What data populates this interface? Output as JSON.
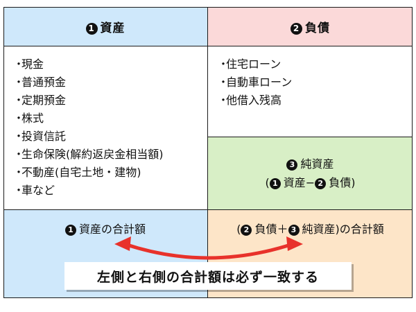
{
  "header": {
    "assets": {
      "num": "1",
      "label": "資産"
    },
    "liabilities": {
      "num": "2",
      "label": "負債"
    }
  },
  "assets_items": [
    "現金",
    "普通預金",
    "定期預金",
    "株式",
    "投資信託",
    "生命保険(解約返戻金相当額)",
    "不動産(自宅土地・建物)",
    "車など"
  ],
  "liabilities_items": [
    "住宅ローン",
    "自動車ローン",
    "他借入残高"
  ],
  "bullet": "・",
  "equity": {
    "num": "3",
    "label": "純資産",
    "formula_open": "(",
    "formula_num_a": "1",
    "formula_a": "資産−",
    "formula_num_b": "2",
    "formula_b": "負債)"
  },
  "totals": {
    "left_num": "1",
    "left_label": "資産の合計額",
    "right_open": "(",
    "right_num_a": "2",
    "right_mid": "負債＋",
    "right_num_b": "3",
    "right_label": "純資産)の合計額"
  },
  "banner": "左側と右側の合計額は必ず一致する",
  "colors": {
    "assets_bg": "#cfe8fb",
    "liabilities_bg": "#fbd9d9",
    "equity_bg": "#d8efc6",
    "total_right_bg": "#fde5c8",
    "arrow": "#e8322b"
  }
}
